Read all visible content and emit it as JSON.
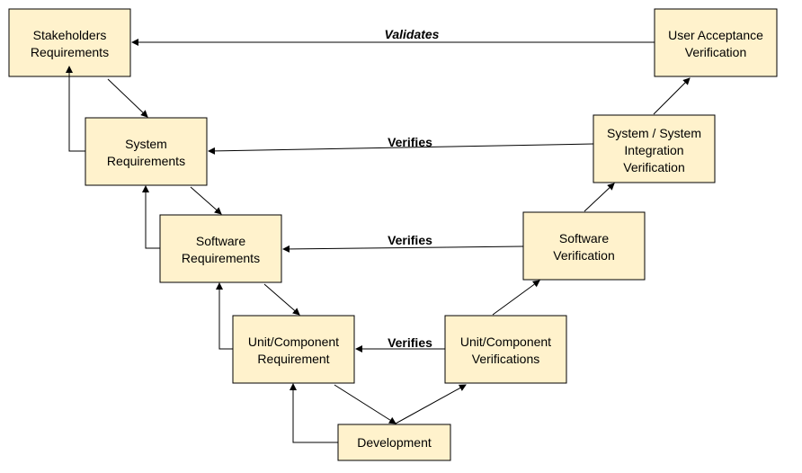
{
  "nodes": {
    "stakeholders": {
      "lines": [
        "Stakeholders",
        "Requirements"
      ]
    },
    "system_req": {
      "lines": [
        "System",
        "Requirements"
      ]
    },
    "software_req": {
      "lines": [
        "Software",
        "Requirements"
      ]
    },
    "unit_req": {
      "lines": [
        "Unit/Component",
        "Requirement"
      ]
    },
    "development": {
      "lines": [
        "Development"
      ]
    },
    "unit_ver": {
      "lines": [
        "Unit/Component",
        "Verifications"
      ]
    },
    "software_ver": {
      "lines": [
        "Software",
        "Verification"
      ]
    },
    "system_ver": {
      "lines": [
        "System / System",
        "Integration",
        "Verification"
      ]
    },
    "user_acceptance": {
      "lines": [
        "User Acceptance",
        "Verification"
      ]
    }
  },
  "edges": {
    "validates": "Validates",
    "verifies_system": "Verifies",
    "verifies_software": "Verifies",
    "verifies_unit": "Verifies"
  },
  "colors": {
    "box_fill": "#fff2cc",
    "stroke": "#000000"
  }
}
